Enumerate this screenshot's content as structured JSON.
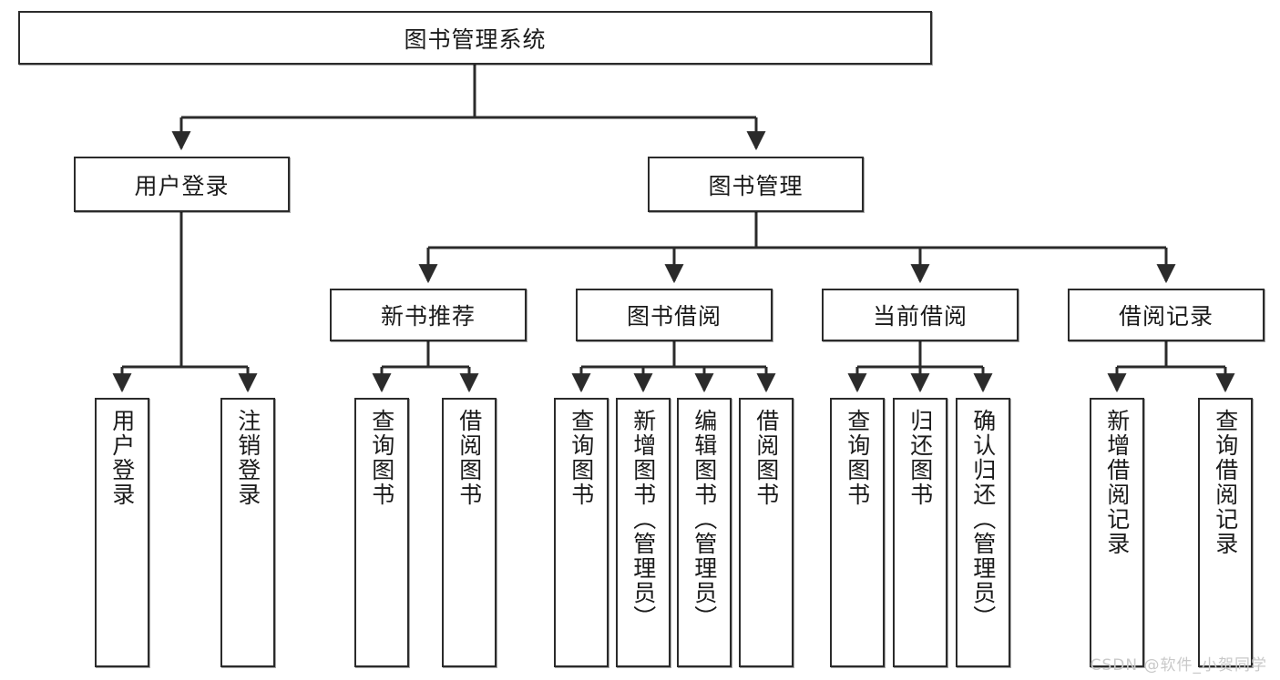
{
  "diagram": {
    "title_node": {
      "label": "图书管理系统"
    },
    "level2": [
      {
        "id": "user-login",
        "label": "用户登录"
      },
      {
        "id": "book-manage",
        "label": "图书管理"
      }
    ],
    "level3": [
      {
        "id": "new-book-recommend",
        "label": "新书推荐"
      },
      {
        "id": "book-borrow",
        "label": "图书借阅"
      },
      {
        "id": "current-borrow",
        "label": "当前借阅"
      },
      {
        "id": "borrow-record",
        "label": "借阅记录"
      }
    ],
    "leaves": [
      {
        "id": "leaf-user-login",
        "label": "用户登录",
        "parent": "user-login"
      },
      {
        "id": "leaf-logout-login",
        "label": "注销登录",
        "parent": "user-login"
      },
      {
        "id": "leaf-query-book-1",
        "label": "查询图书",
        "parent": "new-book-recommend"
      },
      {
        "id": "leaf-borrow-book-1",
        "label": "借阅图书",
        "parent": "new-book-recommend"
      },
      {
        "id": "leaf-query-book-2",
        "label": "查询图书",
        "parent": "book-borrow"
      },
      {
        "id": "leaf-add-book",
        "label": "新增图书（管理员）",
        "parent": "book-borrow"
      },
      {
        "id": "leaf-edit-book",
        "label": "编辑图书（管理员）",
        "parent": "book-borrow"
      },
      {
        "id": "leaf-borrow-book-2",
        "label": "借阅图书",
        "parent": "book-borrow"
      },
      {
        "id": "leaf-query-book-3",
        "label": "查询图书",
        "parent": "current-borrow"
      },
      {
        "id": "leaf-return-book",
        "label": "归还图书",
        "parent": "current-borrow"
      },
      {
        "id": "leaf-confirm-return",
        "label": "确认归还（管理员）",
        "parent": "current-borrow"
      },
      {
        "id": "leaf-add-record",
        "label": "新增借阅记录",
        "parent": "borrow-record"
      },
      {
        "id": "leaf-query-record",
        "label": "查询借阅记录",
        "parent": "borrow-record"
      }
    ],
    "watermark": "CSDN @软件_小贺同学",
    "colors": {
      "stroke": "#2b2b2b",
      "fill": "#ffffff",
      "text": "#1a1a1a",
      "watermark": "#c9c9c9"
    }
  }
}
